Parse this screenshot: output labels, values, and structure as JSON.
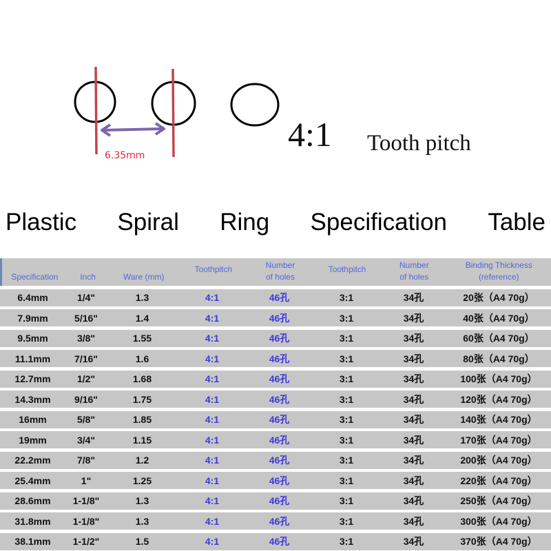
{
  "diagram": {
    "pitch_measurement": "6.35mm",
    "ratio": "4:1",
    "ratio_label": "Tooth pitch",
    "colors": {
      "ring_outline": "#000000",
      "guide_line": "#c0464b",
      "arrow": "#7d65ad",
      "measurement_text": "#e8283c"
    }
  },
  "title": {
    "words": [
      "Plastic",
      "Spiral",
      "Ring",
      "Specification",
      "Table"
    ]
  },
  "table": {
    "header_color": "#5566d8",
    "row_bg": "#c6c6c6",
    "columns": [
      {
        "line1": "Specification",
        "line2": ""
      },
      {
        "line1": "Inch",
        "line2": ""
      },
      {
        "line1": "Ware (mm)",
        "line2": ""
      },
      {
        "line1": "Toothpitch",
        "line2": ""
      },
      {
        "line1": "Number",
        "line2": "of  holes"
      },
      {
        "line1": "Toothpitch",
        "line2": ""
      },
      {
        "line1": "Number",
        "line2": "of  holes"
      },
      {
        "line1": "Binding  Thickness",
        "line2": "(reference)"
      }
    ],
    "rows": [
      [
        "6.4mm",
        "1/4\"",
        "1.3",
        "4:1",
        "46孔",
        "3:1",
        "34孔",
        "20张（A4 70g）"
      ],
      [
        "7.9mm",
        "5/16\"",
        "1.4",
        "4:1",
        "46孔",
        "3:1",
        "34孔",
        "40张（A4 70g）"
      ],
      [
        "9.5mm",
        "3/8\"",
        "1.55",
        "4:1",
        "46孔",
        "3:1",
        "34孔",
        "60张（A4 70g）"
      ],
      [
        "11.1mm",
        "7/16\"",
        "1.6",
        "4:1",
        "46孔",
        "3:1",
        "34孔",
        "80张（A4 70g）"
      ],
      [
        "12.7mm",
        "1/2\"",
        "1.68",
        "4:1",
        "46孔",
        "3:1",
        "34孔",
        "100张（A4 70g）"
      ],
      [
        "14.3mm",
        "9/16\"",
        "1.75",
        "4:1",
        "46孔",
        "3:1",
        "34孔",
        "120张（A4 70g）"
      ],
      [
        "16mm",
        "5/8\"",
        "1.85",
        "4:1",
        "46孔",
        "3:1",
        "34孔",
        "140张（A4 70g）"
      ],
      [
        "19mm",
        "3/4\"",
        "1.15",
        "4:1",
        "46孔",
        "3:1",
        "34孔",
        "170张（A4 70g）"
      ],
      [
        "22.2mm",
        "7/8\"",
        "1.2",
        "4:1",
        "46孔",
        "3:1",
        "34孔",
        "200张（A4 70g）"
      ],
      [
        "25.4mm",
        "1\"",
        "1.25",
        "4:1",
        "46孔",
        "3:1",
        "34孔",
        "220张（A4 70g）"
      ],
      [
        "28.6mm",
        "1-1/8\"",
        "1.3",
        "4:1",
        "46孔",
        "3:1",
        "34孔",
        "250张（A4 70g）"
      ],
      [
        "31.8mm",
        "1-1/8\"",
        "1.3",
        "4:1",
        "46孔",
        "3:1",
        "34孔",
        "300张（A4 70g）"
      ],
      [
        "38.1mm",
        "1-1/2\"",
        "1.5",
        "4:1",
        "46孔",
        "3:1",
        "34孔",
        "370张（A4 70g）"
      ]
    ]
  }
}
